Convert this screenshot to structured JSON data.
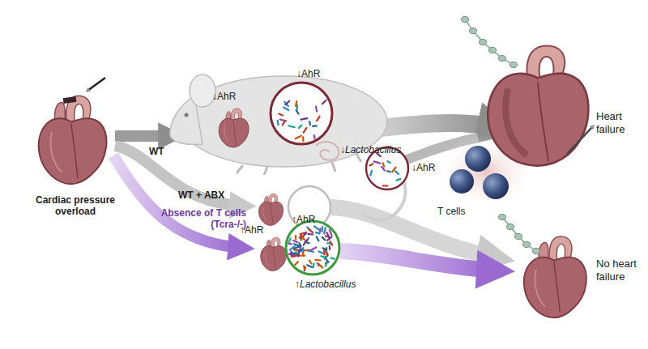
{
  "diagram": {
    "labels": [
      "Cardiac pressure overload",
      "WT",
      "↓AhR",
      "↓AhR",
      "↓Lactobacillus",
      "WT + ABX",
      "↑AhR",
      "↑AhR",
      "Absence of T cells (Tcra-/-)",
      "↑Lactobacillus",
      "↓AhR",
      "T cells",
      "Heart failure",
      "No heart failure"
    ]
  }
}
